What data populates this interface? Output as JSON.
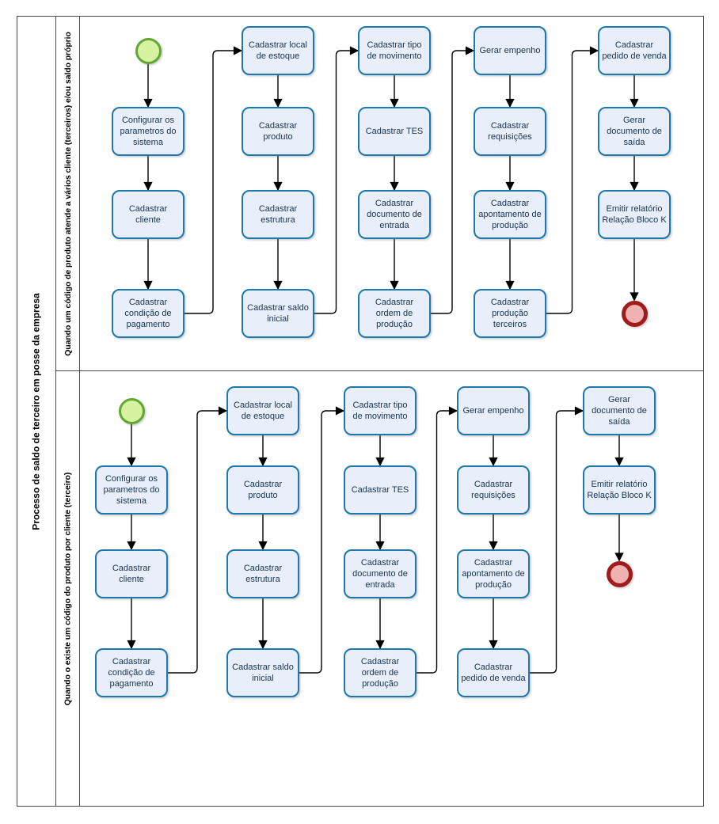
{
  "pool": {
    "title": "Processo de saldo de terceiro em posse da empresa",
    "lanes": [
      {
        "label": "Quando um código de produto atende a vários cliente (terceiros) e/ou saldo próprio",
        "columns": [
          {
            "start_event": true,
            "tasks": [
              "Configurar os parametros do sistema",
              "Cadastrar cliente",
              "Cadastrar condição de pagamento"
            ]
          },
          {
            "tasks": [
              "Cadastrar local de estoque",
              "Cadastrar produto",
              "Cadastrar estrutura",
              "Cadastrar saldo inicial"
            ]
          },
          {
            "tasks": [
              "Cadastrar tipo de movimento",
              "Cadastrar TES",
              "Cadastrar documento de entrada",
              "Cadastrar ordem de produção"
            ]
          },
          {
            "tasks": [
              "Gerar empenho",
              "Cadastrar requisições",
              "Cadastrar apontamento de produção",
              "Cadastrar produção terceiros"
            ]
          },
          {
            "tasks": [
              "Cadastrar pedido de venda",
              "Gerar documento de saída",
              "Emitir relatório Relação Bloco K"
            ],
            "end_event": true
          }
        ]
      },
      {
        "label": "Quando o existe um código do produto por cliente (terceiro)",
        "columns": [
          {
            "start_event": true,
            "tasks": [
              "Configurar os parametros do sistema",
              "Cadastrar cliente",
              "Cadastrar condição de pagamento"
            ]
          },
          {
            "tasks": [
              "Cadastrar local de estoque",
              "Cadastrar produto",
              "Cadastrar estrutura",
              "Cadastrar saldo inicial"
            ]
          },
          {
            "tasks": [
              "Cadastrar tipo de movimento",
              "Cadastrar TES",
              "Cadastrar documento de entrada",
              "Cadastrar ordem de produção"
            ]
          },
          {
            "tasks": [
              "Gerar empenho",
              "Cadastrar requisições",
              "Cadastrar apontamento de produção",
              "Cadastrar pedido de venda"
            ]
          },
          {
            "tasks": [
              "Gerar documento de saída",
              "Emitir relatório Relação Bloco K"
            ],
            "end_event": true
          }
        ]
      }
    ]
  },
  "colors": {
    "task_fill": "#e9eefb",
    "task_border": "#1d78ae",
    "task_text": "#173450",
    "start_fill": "#d7f2a1",
    "start_border": "#61a832",
    "end_fill": "#f0b2b0",
    "end_border": "#a01b1b",
    "frame": "#4a4a4a",
    "connector": "#000000"
  }
}
